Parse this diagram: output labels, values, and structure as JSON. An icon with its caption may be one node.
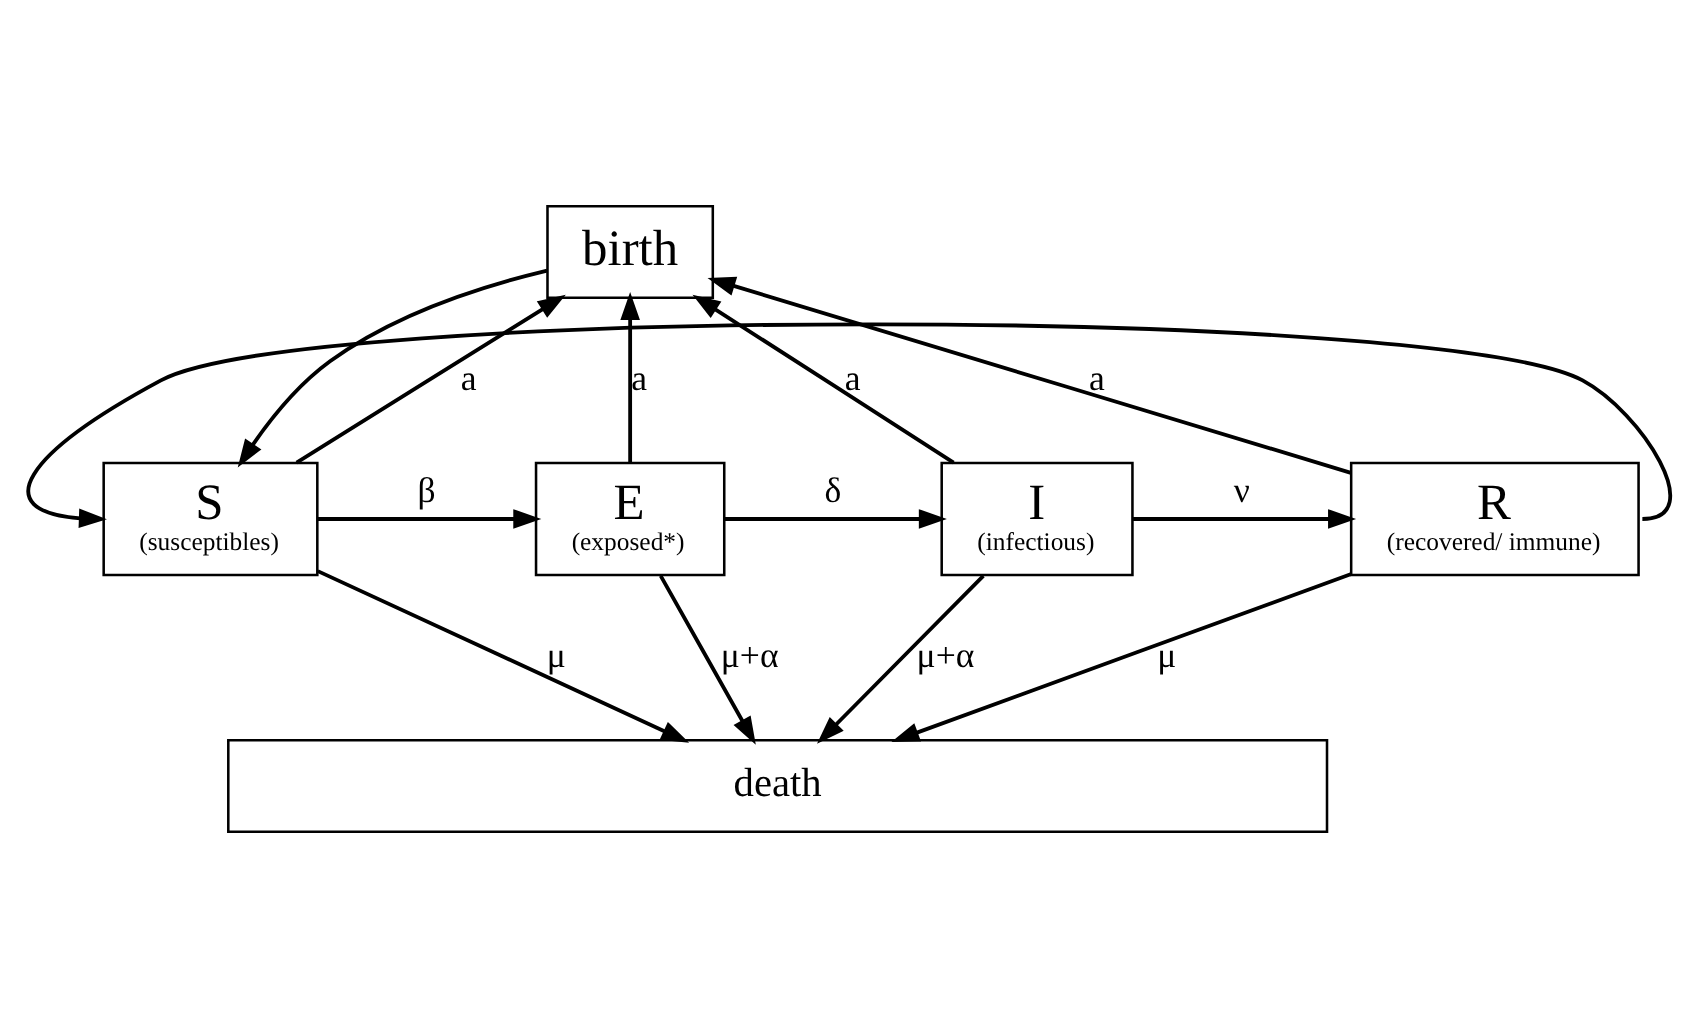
{
  "diagram": {
    "nodes": [
      {
        "text": [
          "birth"
        ]
      },
      {
        "text": [
          "S",
          "(susceptibles)"
        ]
      },
      {
        "text": [
          "E",
          "(exposed*)"
        ]
      },
      {
        "text": [
          "I",
          "(infectious)"
        ]
      },
      {
        "text": [
          "R",
          "(recovered/ immune)"
        ]
      },
      {
        "text": [
          "death"
        ]
      }
    ],
    "edges": [
      {
        "from": 0,
        "to": 1,
        "arrow": "to"
      },
      {
        "from": 1,
        "to": 0,
        "arrow": "to",
        "label": "a"
      },
      {
        "from": 2,
        "to": 0,
        "arrow": "to",
        "label": "a"
      },
      {
        "from": 3,
        "to": 0,
        "arrow": "to",
        "label": "a"
      },
      {
        "from": 4,
        "to": 0,
        "arrow": "to",
        "label": "a"
      },
      {
        "from": 1,
        "to": 2,
        "arrow": "to",
        "label": "β"
      },
      {
        "from": 2,
        "to": 3,
        "arrow": "to",
        "label": "δ"
      },
      {
        "from": 3,
        "to": 4,
        "arrow": "to",
        "label": "ν"
      },
      {
        "from": 1,
        "to": 5,
        "arrow": "to",
        "label": "μ"
      },
      {
        "from": 2,
        "to": 5,
        "arrow": "to",
        "label": "μ+α"
      },
      {
        "from": 3,
        "to": 5,
        "arrow": "to",
        "label": "μ+α"
      },
      {
        "from": 4,
        "to": 5,
        "arrow": "to",
        "label": "μ"
      },
      {
        "from": 4,
        "to": 1,
        "arrow": "to"
      }
    ]
  }
}
